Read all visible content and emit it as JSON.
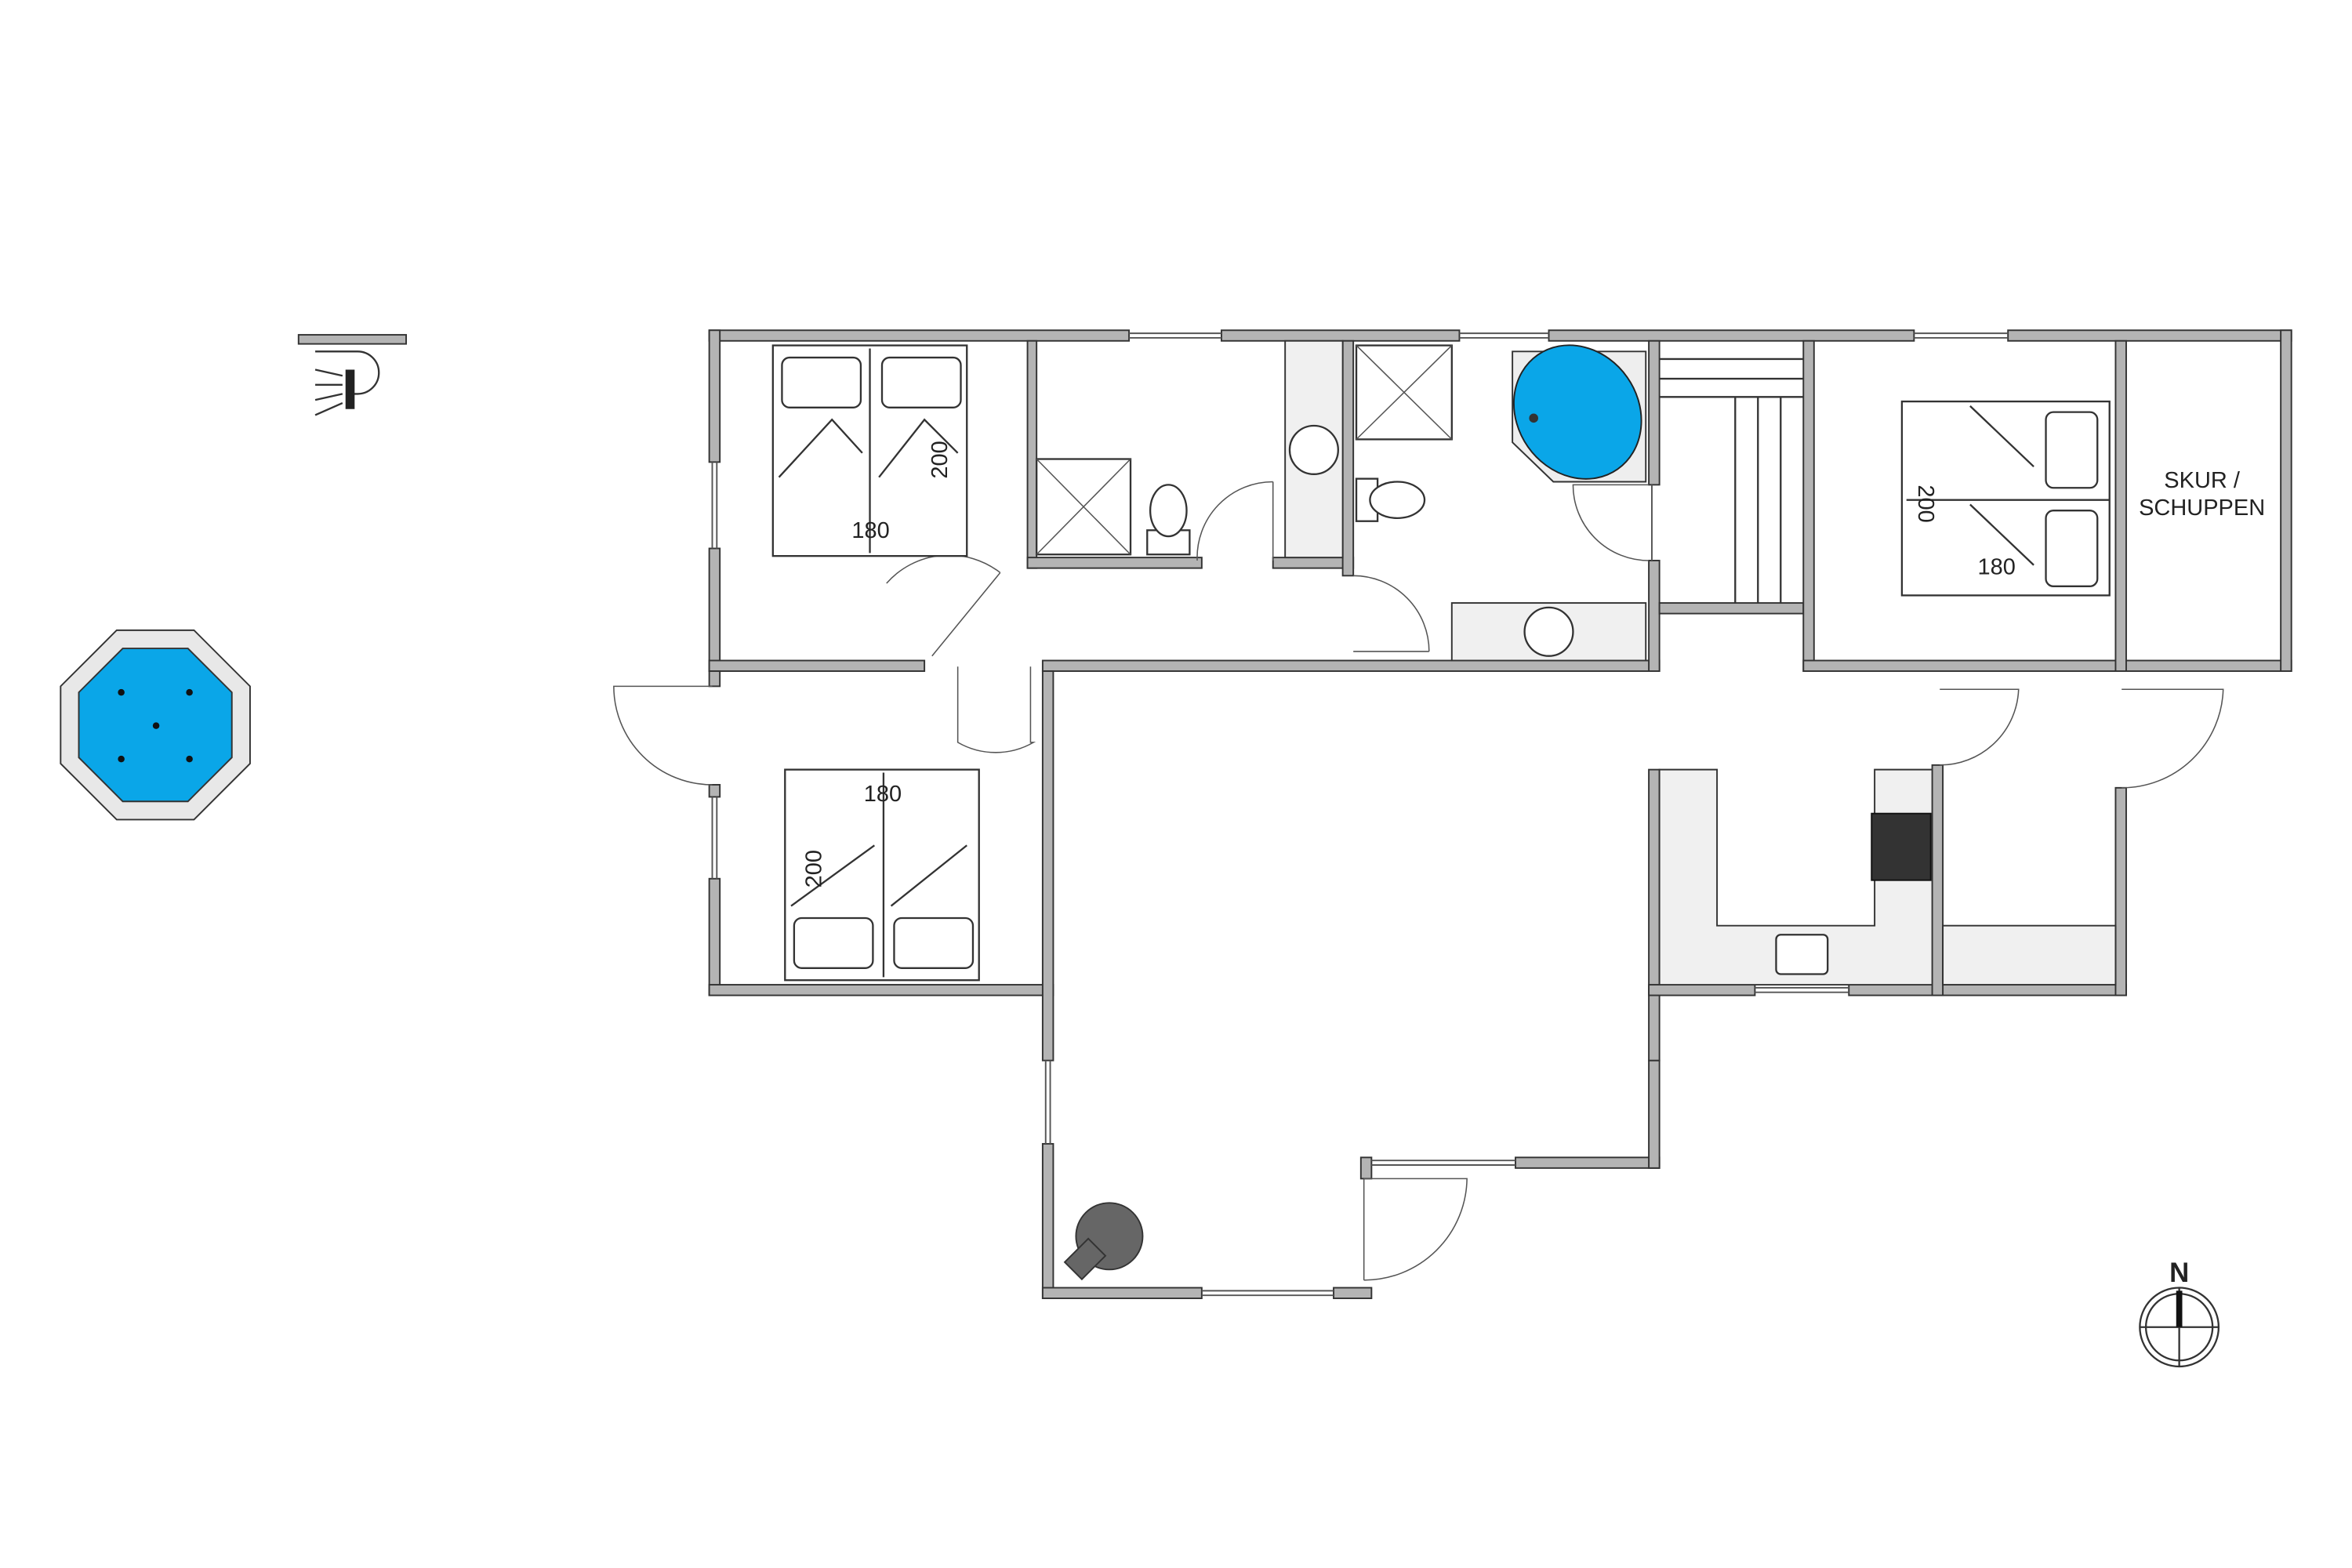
{
  "title": "Floor plan",
  "colors": {
    "water": "#0aa6e8",
    "wall": "#b4b4b4",
    "outline": "#333333"
  },
  "rooms": {
    "bedroom_1": {
      "bed_width": "180",
      "bed_length": "200"
    },
    "bedroom_2": {
      "bed_width": "180",
      "bed_length": "200"
    },
    "bedroom_3": {
      "bed_width": "180",
      "bed_length": "200"
    },
    "shed": {
      "label_line1": "SKUR /",
      "label_line2": "SCHUPPEN"
    }
  },
  "compass": {
    "label": "N"
  },
  "icons": [
    "outdoor-shower-icon",
    "hot-tub-icon",
    "compass-icon",
    "whirlpool-bath-icon",
    "fireplace-icon",
    "stove-icon"
  ]
}
